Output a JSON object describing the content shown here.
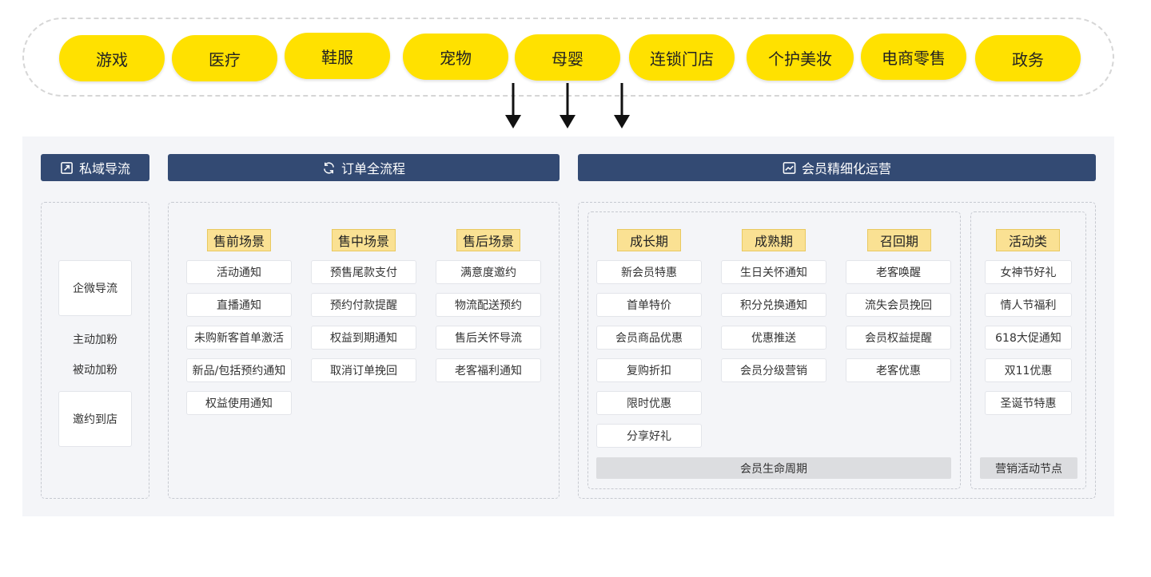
{
  "industries": [
    "游戏",
    "医疗",
    "鞋服",
    "宠物",
    "母婴",
    "连锁门店",
    "个护美妆",
    "电商零售",
    "政务"
  ],
  "private_domain": {
    "title": "私域导流",
    "icon": "external-link-icon",
    "items": [
      "企微导流",
      "主动加粉",
      "被动加粉",
      "邀约到店"
    ]
  },
  "order_flow": {
    "title": "订单全流程",
    "icon": "refresh-icon",
    "columns": [
      {
        "tag": "售前场景",
        "items": [
          "活动通知",
          "直播通知",
          "未购新客首单激活",
          "新品/包括预约通知",
          "权益使用通知"
        ]
      },
      {
        "tag": "售中场景",
        "items": [
          "预售尾款支付",
          "预约付款提醒",
          "权益到期通知",
          "取消订单挽回"
        ]
      },
      {
        "tag": "售后场景",
        "items": [
          "满意度邀约",
          "物流配送预约",
          "售后关怀导流",
          "老客福利通知"
        ]
      }
    ]
  },
  "member_ops": {
    "title": "会员精细化运营",
    "icon": "trend-chart-icon",
    "lifecycle": {
      "footer": "会员生命周期",
      "columns": [
        {
          "tag": "成长期",
          "items": [
            "新会员特惠",
            "首单特价",
            "会员商品优惠",
            "复购折扣",
            "限时优惠",
            "分享好礼"
          ]
        },
        {
          "tag": "成熟期",
          "items": [
            "生日关怀通知",
            "积分兑换通知",
            "优惠推送",
            "会员分级营销"
          ]
        },
        {
          "tag": "召回期",
          "items": [
            "老客唤醒",
            "流失会员挽回",
            "会员权益提醒",
            "老客优惠"
          ]
        }
      ]
    },
    "activity": {
      "footer": "营销活动节点",
      "columns": [
        {
          "tag": "活动类",
          "items": [
            "女神节好礼",
            "情人节福利",
            "618大促通知",
            "双11优惠",
            "圣诞节特惠"
          ]
        }
      ]
    }
  },
  "colors": {
    "pill": "#ffe100",
    "header": "#334a73",
    "tag": "#fae193",
    "panel": "#f4f5f8"
  }
}
